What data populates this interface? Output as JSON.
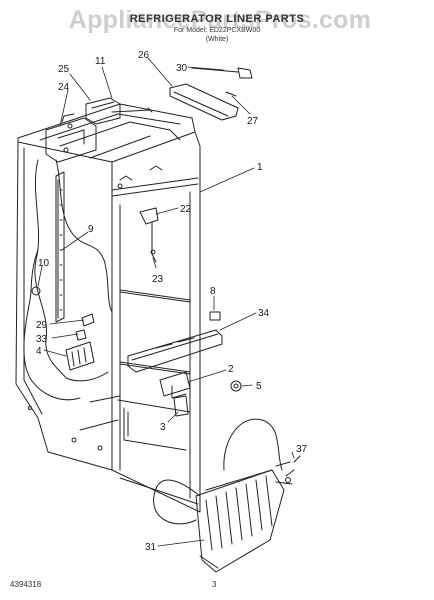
{
  "header": {
    "title": "REFRIGERATOR LINER PARTS",
    "model_line": "For Model: ED22PCXBW00",
    "color_line": "(White)",
    "watermark": "AppliancePartsPros.com"
  },
  "callouts": [
    "30",
    "11",
    "26",
    "25",
    "24",
    "27",
    "1",
    "22",
    "9",
    "10",
    "23",
    "8",
    "34",
    "29",
    "33",
    "4",
    "2",
    "5",
    "3",
    "37",
    "31"
  ],
  "footer": {
    "part_number": "4394318",
    "page": "3"
  }
}
